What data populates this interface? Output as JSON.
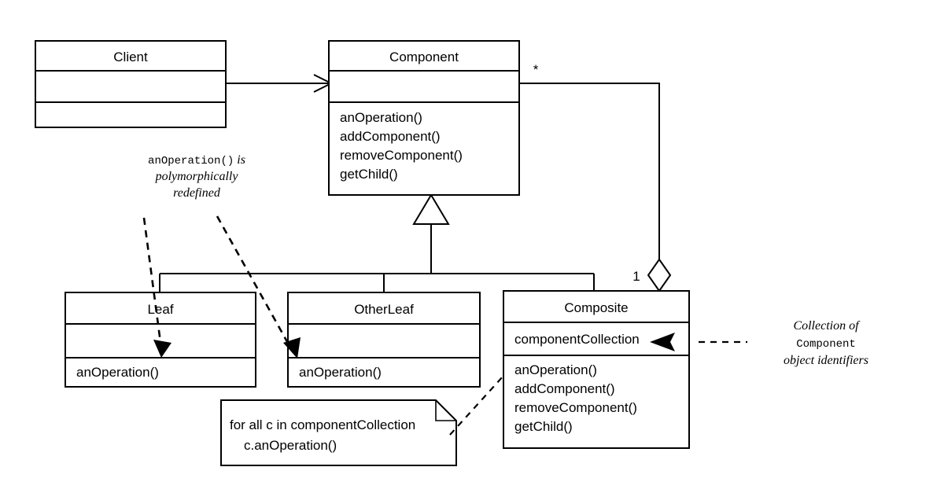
{
  "diagram": {
    "title": "Composite design pattern UML class diagram",
    "stroke_color": "#000000",
    "fill_color": "#ffffff"
  },
  "classes": {
    "client": {
      "name": "Client",
      "attributes": [],
      "operations": []
    },
    "component": {
      "name": "Component",
      "attributes": [],
      "operations": [
        "anOperation()",
        "addComponent()",
        "removeComponent()",
        "getChild()"
      ]
    },
    "leaf": {
      "name": "Leaf",
      "attributes": [],
      "operations": [
        "anOperation()"
      ]
    },
    "other_leaf": {
      "name": "OtherLeaf",
      "attributes": [],
      "operations": [
        "anOperation()"
      ]
    },
    "composite": {
      "name": "Composite",
      "attributes": [
        "componentCollection"
      ],
      "operations": [
        "anOperation()",
        "addComponent()",
        "removeComponent()",
        "getChild()"
      ]
    }
  },
  "multiplicities": {
    "component_end": "*",
    "composite_end": "1"
  },
  "note": {
    "line1": "for all c in componentCollection",
    "line2": "c.anOperation()"
  },
  "annotations": {
    "left": {
      "mono": "anOperation()",
      "italic1": " is",
      "italic2": "polymorphically",
      "italic3": "redefined"
    },
    "right": {
      "italic1": "Collection of",
      "mono": "Component",
      "italic2": "object identifiers"
    }
  }
}
